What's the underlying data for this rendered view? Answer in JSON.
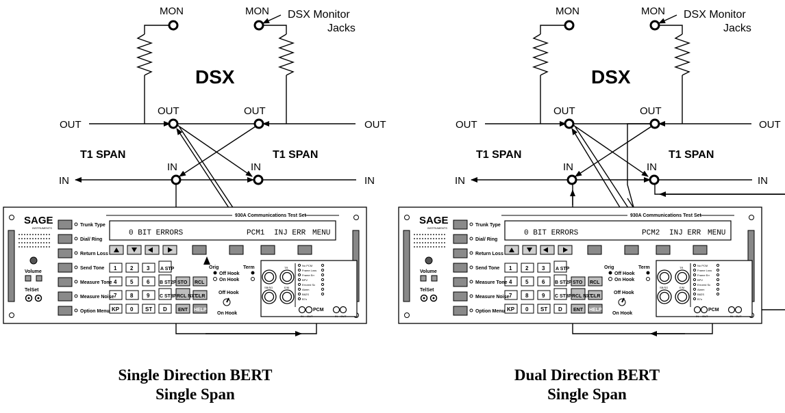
{
  "diagrams": [
    {
      "mon_label": "MON",
      "dsx_monitor_label": "DSX Monitor",
      "dsx_monitor_label_2": "Jacks",
      "dsx_label": "DSX",
      "out_label": "OUT",
      "in_label": "IN",
      "t1_span_label": "T1 SPAN",
      "lcd_text_1": "0 BIT ERRORS",
      "lcd_text_2": "PCM1",
      "lcd_text_3": "INJ ERR",
      "lcd_text_4": "MENU",
      "caption_1": "Single Direction BERT",
      "caption_2": "Single Span"
    },
    {
      "mon_label": "MON",
      "dsx_monitor_label": "DSX Monitor",
      "dsx_monitor_label_2": "Jacks",
      "dsx_label": "DSX",
      "out_label": "OUT",
      "in_label": "IN",
      "t1_span_label": "T1 SPAN",
      "lcd_text_1": "0 BIT ERRORS",
      "lcd_text_2": "PCM2",
      "lcd_text_3": "INJ ERR",
      "lcd_text_4": "MENU",
      "caption_1": "Dual Direction BERT",
      "caption_2": "Single Span"
    }
  ],
  "panel": {
    "brand": "SAGE",
    "brand_sub": "INSTRUMENTS",
    "model": "930A Communications Test Set",
    "function_keys": [
      "Trunk Type",
      "Dial/ Ring",
      "Return Loss",
      "Send Tone",
      "Measure Tone",
      "Measure Noise",
      "Option Menu"
    ],
    "volume_label": "Volume",
    "telset_label": "TelSet",
    "keypad": [
      [
        "1",
        "2",
        "3",
        "A STP"
      ],
      [
        "4",
        "5",
        "6",
        "B ST2P",
        "STO",
        "RCL"
      ],
      [
        "7",
        "8",
        "9",
        "C ST3P",
        "RCL NXT",
        "CLR"
      ],
      [
        "KP",
        "0",
        "ST",
        "D",
        "ENT",
        "HELP"
      ]
    ],
    "orig_label": "Orig",
    "term_label": "Term",
    "off_hook_label": "Off Hook",
    "on_hook_label": "On Hook",
    "jack_labels": [
      "TR",
      "SB/SG",
      "E/M"
    ],
    "pcm_label": "PCM",
    "in_label": "IN",
    "out_label": "OUT",
    "led_labels": [
      "No PCM",
      "Frame Loss",
      "Frame Err",
      "BPV",
      "Errored Sc",
      "Alarm",
      "B8ZS",
      "B7o"
    ]
  },
  "colors": {
    "key_fill": "#8a8a8a",
    "light_key_fill": "#cfcfcf",
    "panel_fill": "#ffffff"
  }
}
